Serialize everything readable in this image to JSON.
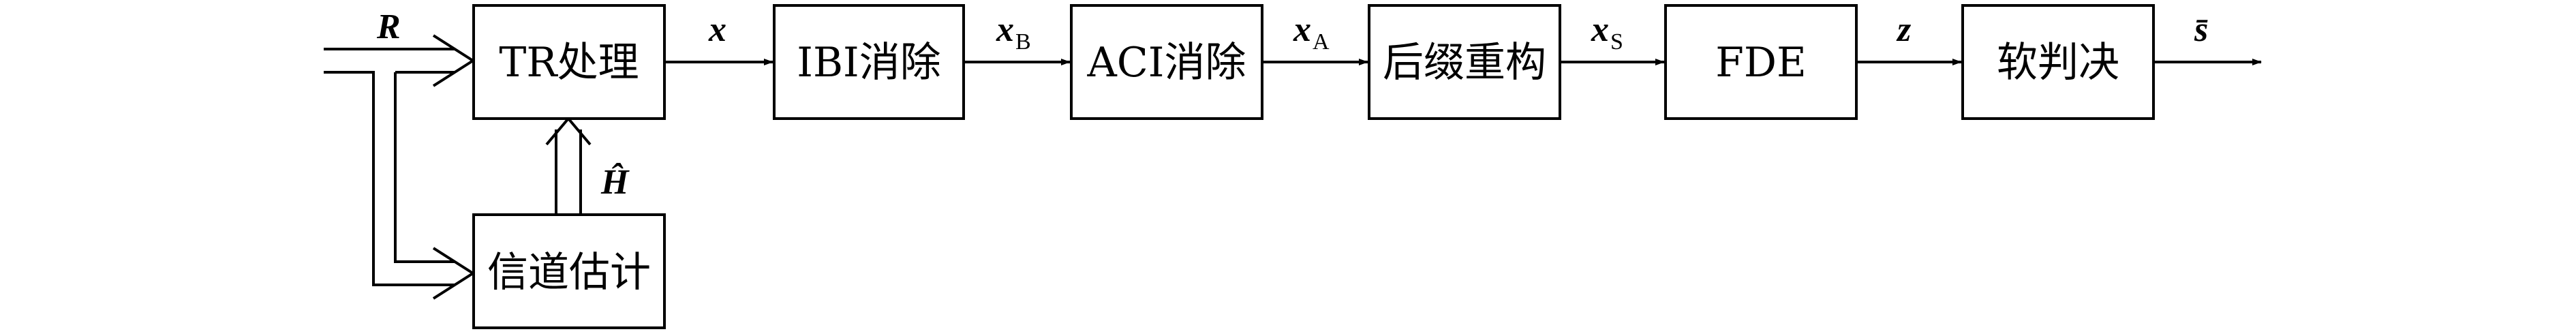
{
  "blocks": {
    "tr": "TR处理",
    "ibi": "IBI消除",
    "aci": "ACI消除",
    "suffix": "后缀重构",
    "fde": "FDE",
    "soft": "软判决",
    "chest": "信道估计"
  },
  "signals": {
    "r": "R",
    "x": "x",
    "xb": "x",
    "xb_sub": "B",
    "xa": "x",
    "xa_sub": "A",
    "xs": "x",
    "xs_sub": "S",
    "z": "z",
    "s_bar": "s̄",
    "h_hat": "Ĥ"
  }
}
